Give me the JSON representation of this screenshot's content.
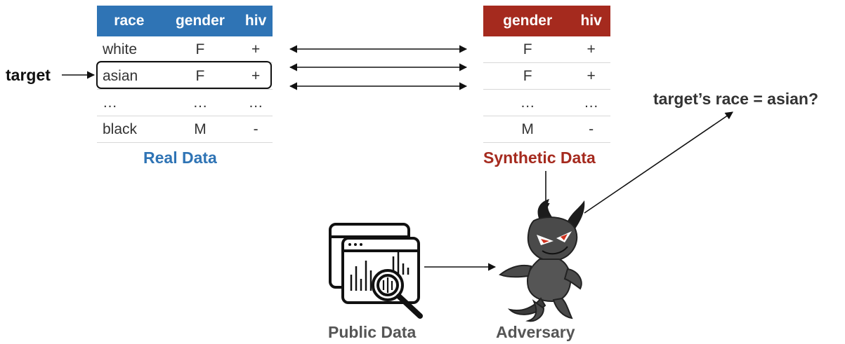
{
  "real_table": {
    "headers": [
      "race",
      "gender",
      "hiv"
    ],
    "rows": [
      [
        "white",
        "F",
        "+"
      ],
      [
        "asian",
        "F",
        "+"
      ],
      [
        "…",
        "…",
        "…"
      ],
      [
        "black",
        "M",
        "-"
      ]
    ],
    "caption": "Real Data",
    "color": "#2f74b5"
  },
  "synthetic_table": {
    "headers": [
      "gender",
      "hiv"
    ],
    "rows": [
      [
        "F",
        "+"
      ],
      [
        "F",
        "+"
      ],
      [
        "…",
        "…"
      ],
      [
        "M",
        "-"
      ]
    ],
    "caption": "Synthetic Data",
    "color": "#a52a1e"
  },
  "target_label": "target",
  "question": "target’s race = asian?",
  "public_data_label": "Public Data",
  "adversary_label": "Adversary",
  "icons": [
    "public-data-magnifier-icon",
    "adversary-demon-icon"
  ]
}
